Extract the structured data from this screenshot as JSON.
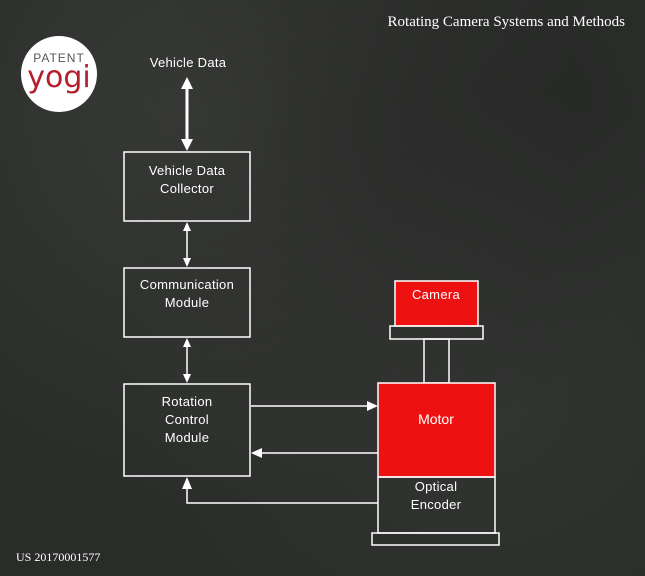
{
  "header": {
    "title": "Rotating Camera Systems and Methods"
  },
  "footer": {
    "patent_number": "US 20170001577"
  },
  "logo": {
    "top": "PATENT",
    "bottom": "yogi"
  },
  "diagram": {
    "vehicle_data": "Vehicle Data",
    "collector": [
      "Vehicle Data",
      "Collector"
    ],
    "communication": [
      "Communication",
      "Module"
    ],
    "rotation": [
      "Rotation",
      "Control",
      "Module"
    ],
    "camera": "Camera",
    "motor": "Motor",
    "encoder": [
      "Optical",
      "Encoder"
    ]
  },
  "colors": {
    "accent_red": "#ee1111",
    "logo_red": "#b51f2c",
    "background": "#2a2c2a"
  }
}
